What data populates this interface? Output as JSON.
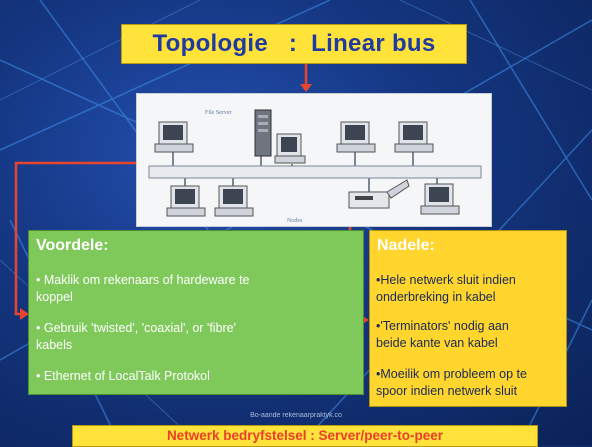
{
  "title": "Topologie   :  Linear bus",
  "diagram": {
    "server_label": "File Server",
    "nodes_label": "Nodes"
  },
  "voordele": {
    "heading": "Voordele:",
    "items": [
      "• Maklik om rekenaars of hardeware te",
      "koppel",
      "• Gebruik 'twisted', 'coaxial', or 'fibre'",
      "kabels",
      "• Ethernet of LocalTalk Protokol"
    ]
  },
  "nadele": {
    "heading": "Nadele:",
    "items": [
      "•Hele netwerk sluit indien",
      "onderbreking in kabel",
      "•'Terminators' nodig aan",
      "beide kante van kabel",
      "•Moeilik om probleem op te",
      "spoor indien netwerk sluit"
    ]
  },
  "url": "Bo-aande rekenaarpraktyk.co",
  "footer": "Netwerk bedryfstelsel : Server/peer-to-peer",
  "colors": {
    "background": "#14357f",
    "title_box": "#ffe23a",
    "title_text": "#1f3aa0",
    "voordele_panel": "#7ec95a",
    "nadele_panel": "#ffd52e",
    "arrow": "#e8452c"
  }
}
